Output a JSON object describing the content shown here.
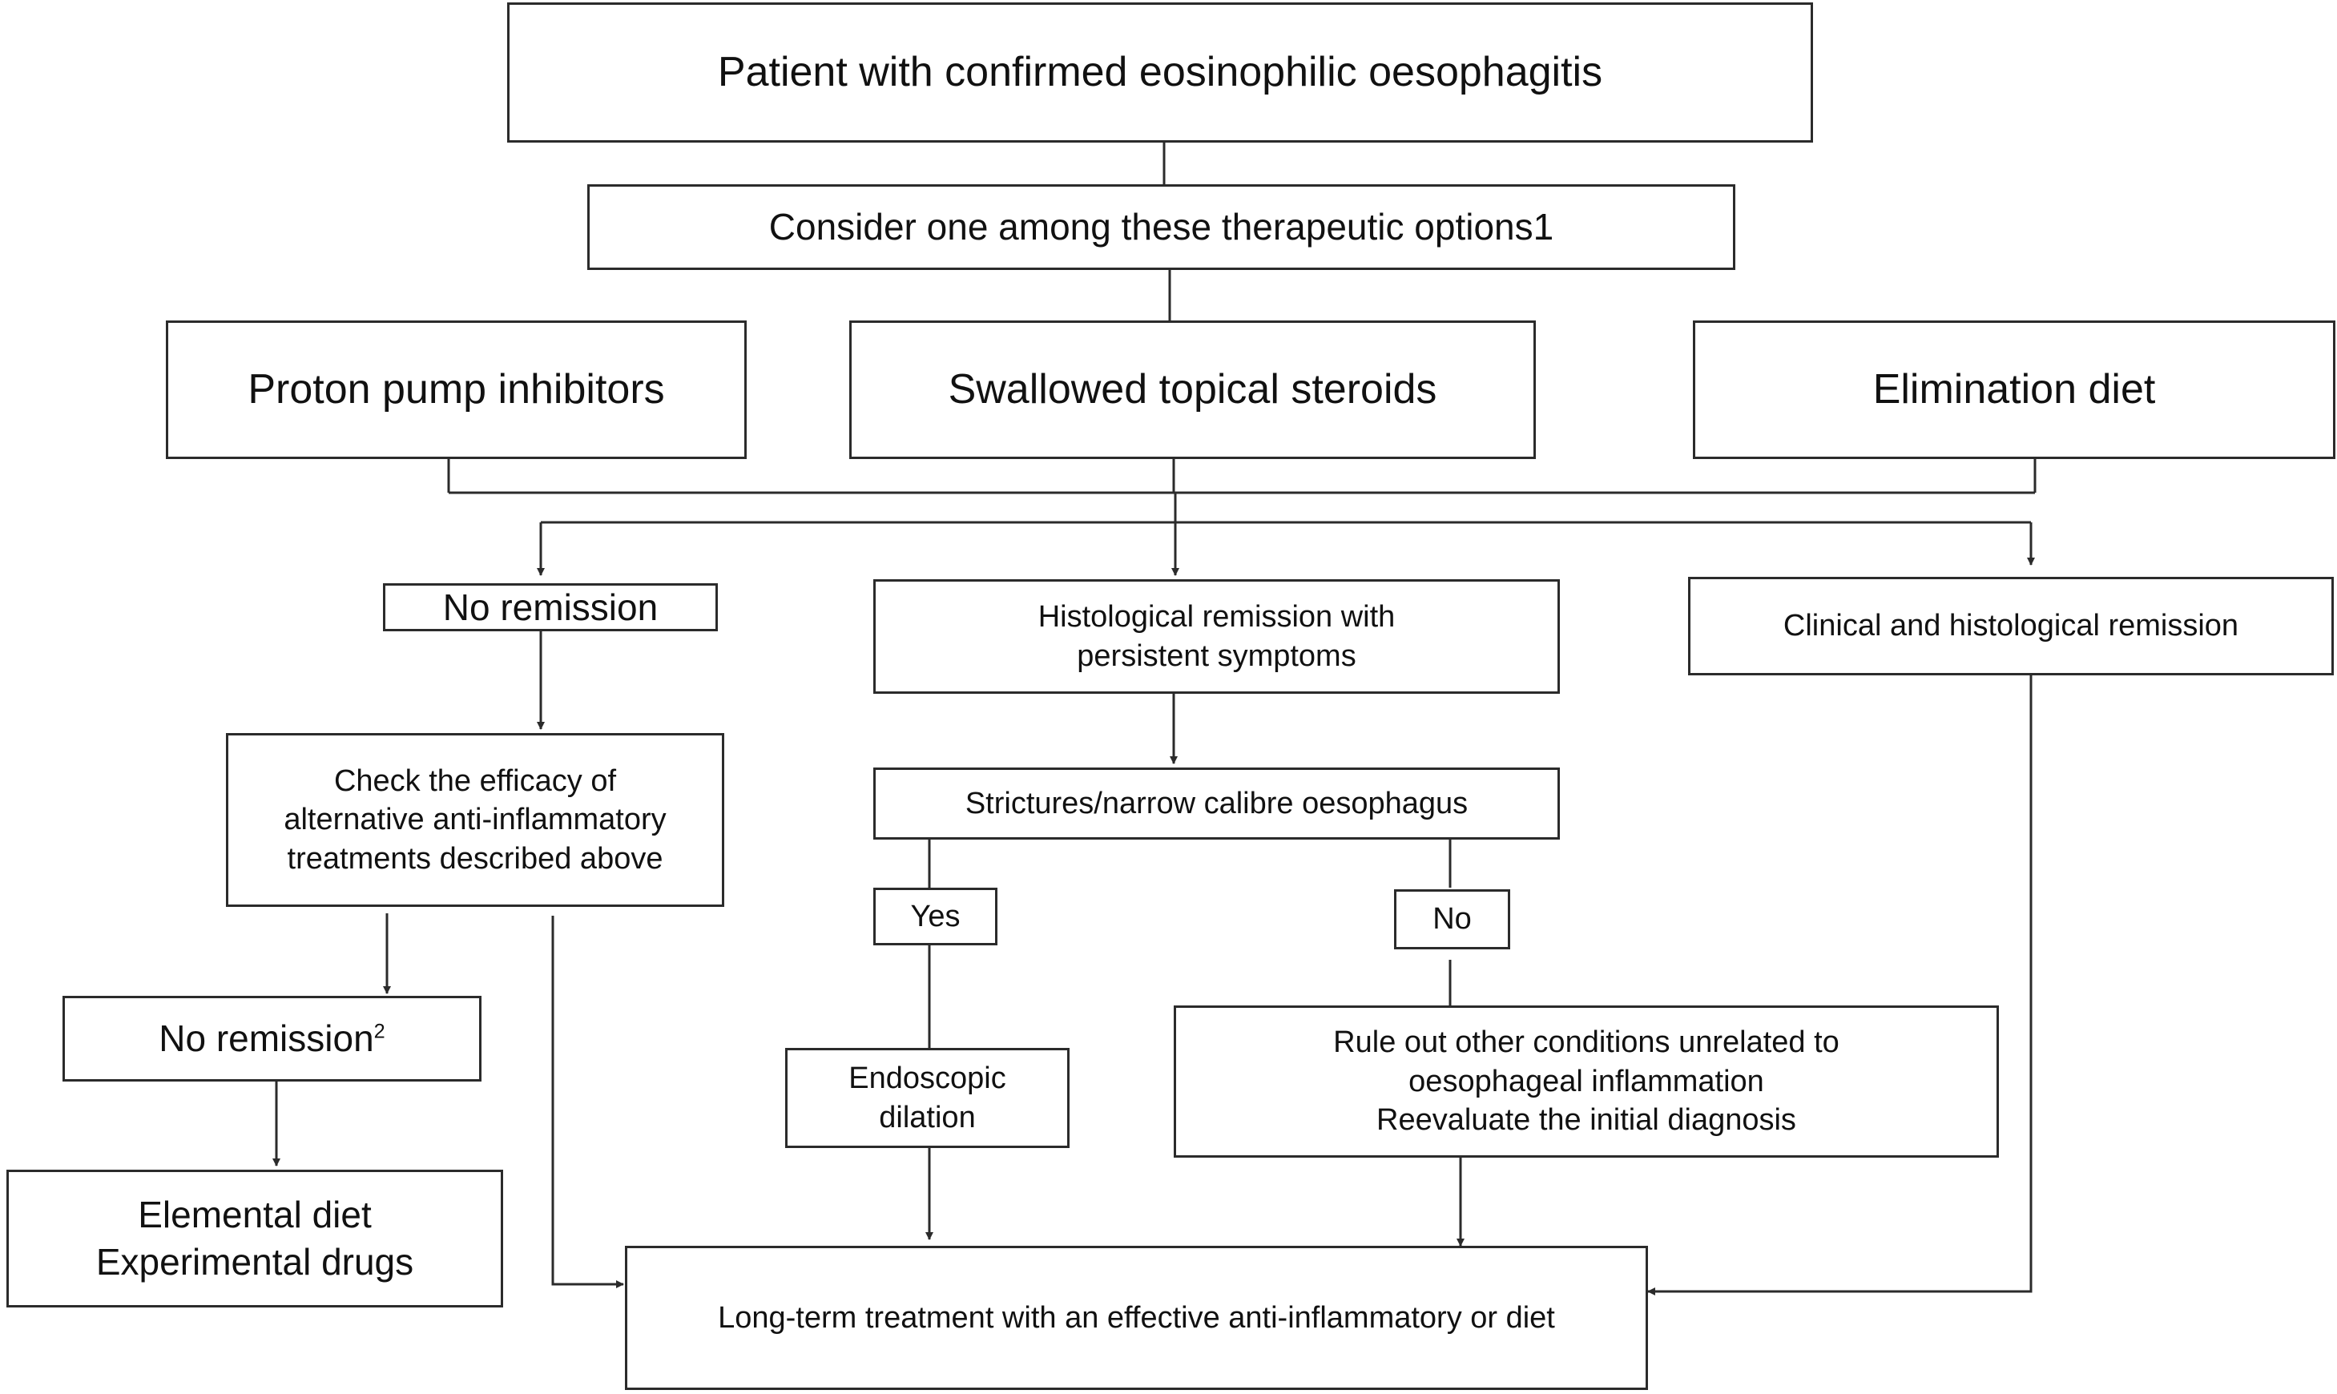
{
  "flowchart": {
    "start": "Patient with confirmed eosinophilic oesophagitis",
    "consider": "Consider one among these therapeutic options1",
    "options": {
      "ppi": "Proton pump inhibitors",
      "steroids": "Swallowed topical steroids",
      "diet": "Elimination diet"
    },
    "outcomes": {
      "no_remission": "No remission",
      "histological": [
        "Histological remission with",
        "persistent symptoms"
      ],
      "clinical": "Clinical and histological remission"
    },
    "check_efficacy": [
      "Check the efficacy of",
      "alternative anti-inflammatory",
      "treatments described above"
    ],
    "no_remission_2": {
      "text": "No remission",
      "superscript": "2"
    },
    "elemental": [
      "Elemental diet",
      "Experimental drugs"
    ],
    "strictures": "Strictures/narrow calibre oesophagus",
    "yes": "Yes",
    "no": "No",
    "dilation": [
      "Endoscopic",
      "dilation"
    ],
    "rule_out": [
      "Rule out other conditions unrelated to",
      "oesophageal inflammation",
      "Reevaluate the initial diagnosis"
    ],
    "long_term": "Long-term treatment with an effective anti-inflammatory or diet"
  },
  "colors": {
    "line": "#2b2b2b",
    "text": "#111111",
    "background": "#ffffff"
  }
}
